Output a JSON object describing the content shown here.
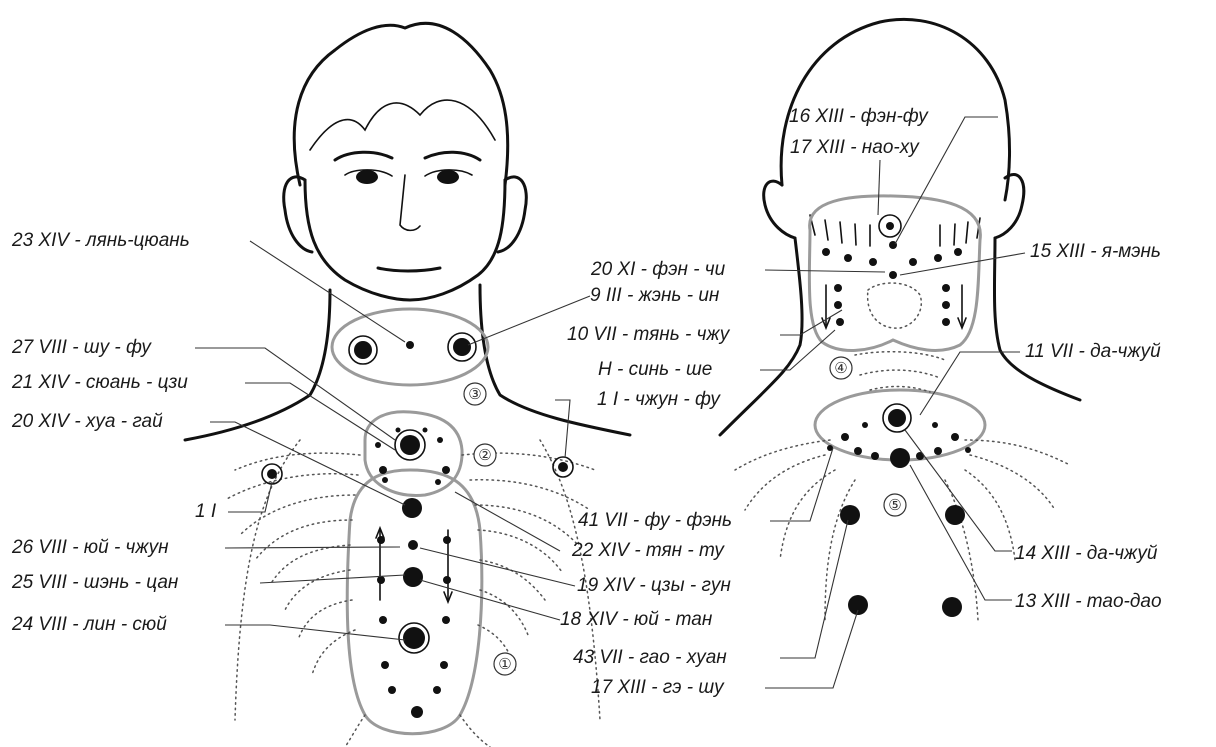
{
  "labels": {
    "left": [
      {
        "text": "23 XIV - лянь-цюань"
      },
      {
        "text": "27 VIII - шу - фу"
      },
      {
        "text": "21 XIV - сюань - цзи"
      },
      {
        "text": "20 XIV - хуа - гай"
      },
      {
        "text": "1 I"
      },
      {
        "text": "26 VIII - юй - чжун"
      },
      {
        "text": "25 VIII - шэнь - цан"
      },
      {
        "text": "24 VIII - лин - сюй"
      }
    ],
    "middle": [
      {
        "text": "9 III - жэнь - ин"
      },
      {
        "text": "1 I - чжун - фу"
      },
      {
        "text": "41 VII - фу - фэнь"
      },
      {
        "text": "22 XIV - тян - ту"
      },
      {
        "text": "19 XIV - цзы - гун"
      },
      {
        "text": "18 XIV - юй - тан"
      },
      {
        "text": "43 VII - гао - хуан"
      },
      {
        "text": "17 XIII - гэ - шу"
      }
    ],
    "back": [
      {
        "text": "16 XIII - фэн-фу"
      },
      {
        "text": "17 XIII - нао-ху"
      },
      {
        "text": "20 XI - фэн - чи"
      },
      {
        "text": "15 XIII - я-мэнь"
      },
      {
        "text": "10 VII - тянь - чжу"
      },
      {
        "text": "H - синь - ше"
      },
      {
        "text": "11 VII - да-чжуй"
      },
      {
        "text": "14 XIII - да-чжуй"
      },
      {
        "text": "13 XIII - тао-дао"
      }
    ]
  },
  "zones": [
    "①",
    "②",
    "③",
    "④",
    "⑤"
  ]
}
